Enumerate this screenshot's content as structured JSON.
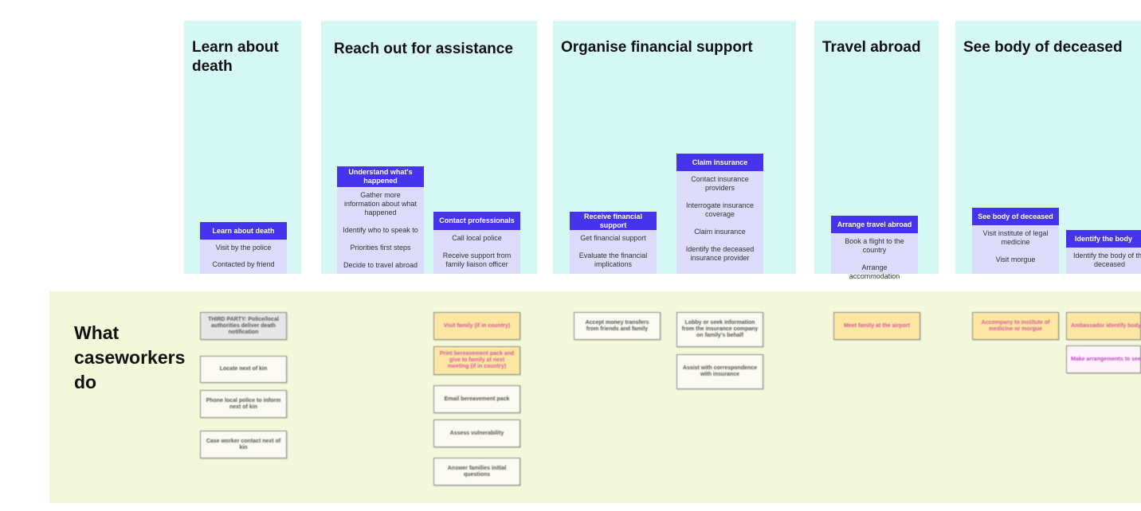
{
  "columns": [
    {
      "title": "Learn about death"
    },
    {
      "title": "Reach out for assistance"
    },
    {
      "title": "Organise financial support"
    },
    {
      "title": "Travel abroad"
    },
    {
      "title": "See body of deceased"
    }
  ],
  "cards": {
    "learn_about_death": {
      "header": "Learn about death",
      "items": [
        "Visit  by the police",
        "Contacted by friend"
      ]
    },
    "understand_happened": {
      "header": "Understand what's happened",
      "items": [
        "Gather more information about what happened",
        "Identify who to speak to",
        "Priorities first steps",
        "Decide to travel abroad"
      ]
    },
    "contact_professionals": {
      "header": "Contact professionals",
      "items": [
        "Call local police",
        "Receive support from family liaison officer"
      ]
    },
    "receive_financial": {
      "header": "Receive financial support",
      "items": [
        "Get financial support",
        "Evaluate the financial implications"
      ]
    },
    "claim_insurance": {
      "header": "Claim insurance",
      "items": [
        "Contact insurance providers",
        "Interrogate insurance coverage",
        "Claim insurance",
        "Identify the deceased insurance provider"
      ]
    },
    "arrange_travel": {
      "header": "Arrange travel abroad",
      "items": [
        "Book a flight to the country",
        "Arrange accommodation"
      ]
    },
    "see_body": {
      "header": "See body of deceased",
      "items": [
        "Visit institute of legal medicine",
        "Visit morgue"
      ]
    },
    "identify_body": {
      "header": "Identify the body",
      "items": [
        "Identify the body of the deceased"
      ]
    }
  },
  "band": {
    "title": "What caseworkers do"
  },
  "notes": [
    "THIRD PARTY: Police/local authorities deliver death notification",
    "Locate next of kin",
    "Phone local police to inform next of kin",
    "Case worker contact next of kin",
    "Visit family (if in country)",
    "Print bereavement pack and give to family at next meeting (if in country)",
    "Email bereavement pack",
    "Assess vulnerability",
    "Answer families initial questions",
    "Accept money transfers from friends and family",
    "Lobby or seek information from the insurance company on family's behalf",
    "Assist with correspondence with insurance",
    "Meet family at the airport",
    "Accompany to institute of medicine or morgue",
    "Ambassador identify body",
    "Make arrangements to see body"
  ],
  "colors": {
    "column_bg": "#d6f8f5",
    "card_header": "#4534ec",
    "card_body": "#dcdcfa",
    "band_bg": "#f3f8da",
    "note_yellow": "#fbe7a1"
  }
}
